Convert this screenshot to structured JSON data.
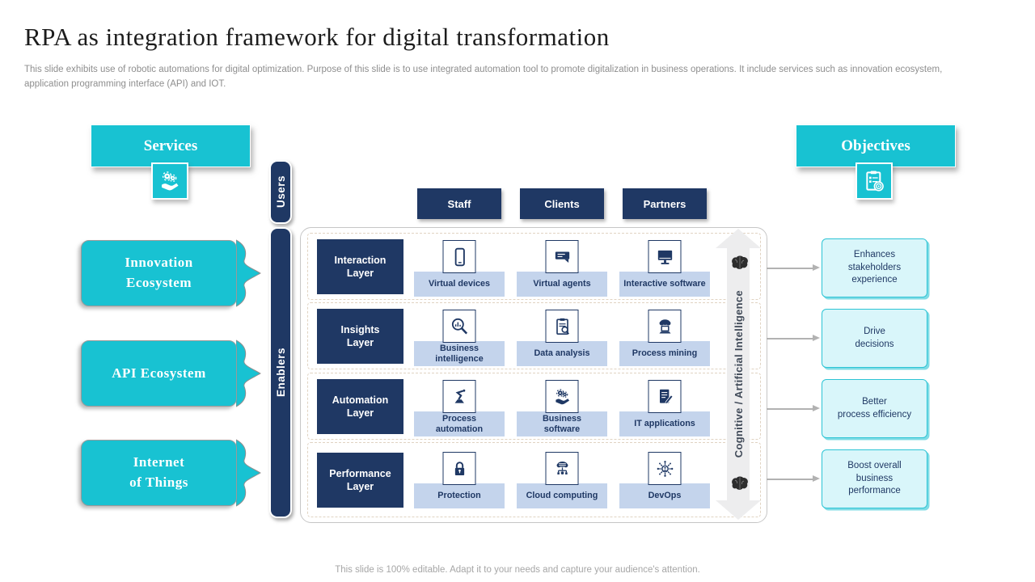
{
  "colors": {
    "accent_cyan": "#18c2d2",
    "navy": "#1f3864",
    "light_blue_label": "#c4d4ec",
    "light_cyan_box": "#d9f6fa",
    "gray_text": "#8e8e8e"
  },
  "header": {
    "title": "RPA as integration framework for digital transformation",
    "subtitle": "This slide exhibits use of robotic automations for digital optimization. Purpose of this slide is to use integrated automation tool to promote digitalization in business operations. It include services such as innovation ecosystem, application programming interface (API) and IOT."
  },
  "services": {
    "label": "Services",
    "icon": "hand-gears-icon",
    "items": [
      "Innovation\nEcosystem",
      "API Ecosystem",
      "Internet\nof Things"
    ]
  },
  "objectives": {
    "label": "Objectives",
    "icon": "clipboard-target-icon",
    "items": [
      "Enhances\nstakeholders\nexperience",
      "Drive\ndecisions",
      "Better\nprocess efficiency",
      "Boost overall\nbusiness\nperformance"
    ]
  },
  "matrix": {
    "users_label": "Users",
    "enablers_label": "Enablers",
    "columns": [
      "Staff",
      "Clients",
      "Partners"
    ],
    "ai_label": "Cognitive / Artificial Intelligence",
    "ai_icon": "brain-icon",
    "rows": [
      {
        "layer": "Interaction\nLayer",
        "cells": [
          {
            "icon": "smartphone-icon",
            "label": "Virtual devices"
          },
          {
            "icon": "chat-icon",
            "label": "Virtual agents"
          },
          {
            "icon": "monitor-icon",
            "label": "Interactive software"
          }
        ]
      },
      {
        "layer": "Insights\nLayer",
        "cells": [
          {
            "icon": "magnifier-chart-icon",
            "label": "Business\nintelligence"
          },
          {
            "icon": "clipboard-magnifier-icon",
            "label": "Data analysis"
          },
          {
            "icon": "laptop-cloud-icon",
            "label": "Process mining"
          }
        ]
      },
      {
        "layer": "Automation\nLayer",
        "cells": [
          {
            "icon": "robot-arm-icon",
            "label": "Process\nautomation"
          },
          {
            "icon": "hand-gears-icon",
            "label": "Business\nsoftware"
          },
          {
            "icon": "document-pencil-icon",
            "label": "IT applications"
          }
        ]
      },
      {
        "layer": "Performance\nLayer",
        "cells": [
          {
            "icon": "padlock-icon",
            "label": "Protection"
          },
          {
            "icon": "cloud-server-icon",
            "label": "Cloud computing"
          },
          {
            "icon": "devops-icon",
            "label": "DevOps"
          }
        ]
      }
    ]
  },
  "footer": "This slide is 100% editable. Adapt it to your needs and capture your audience's attention."
}
